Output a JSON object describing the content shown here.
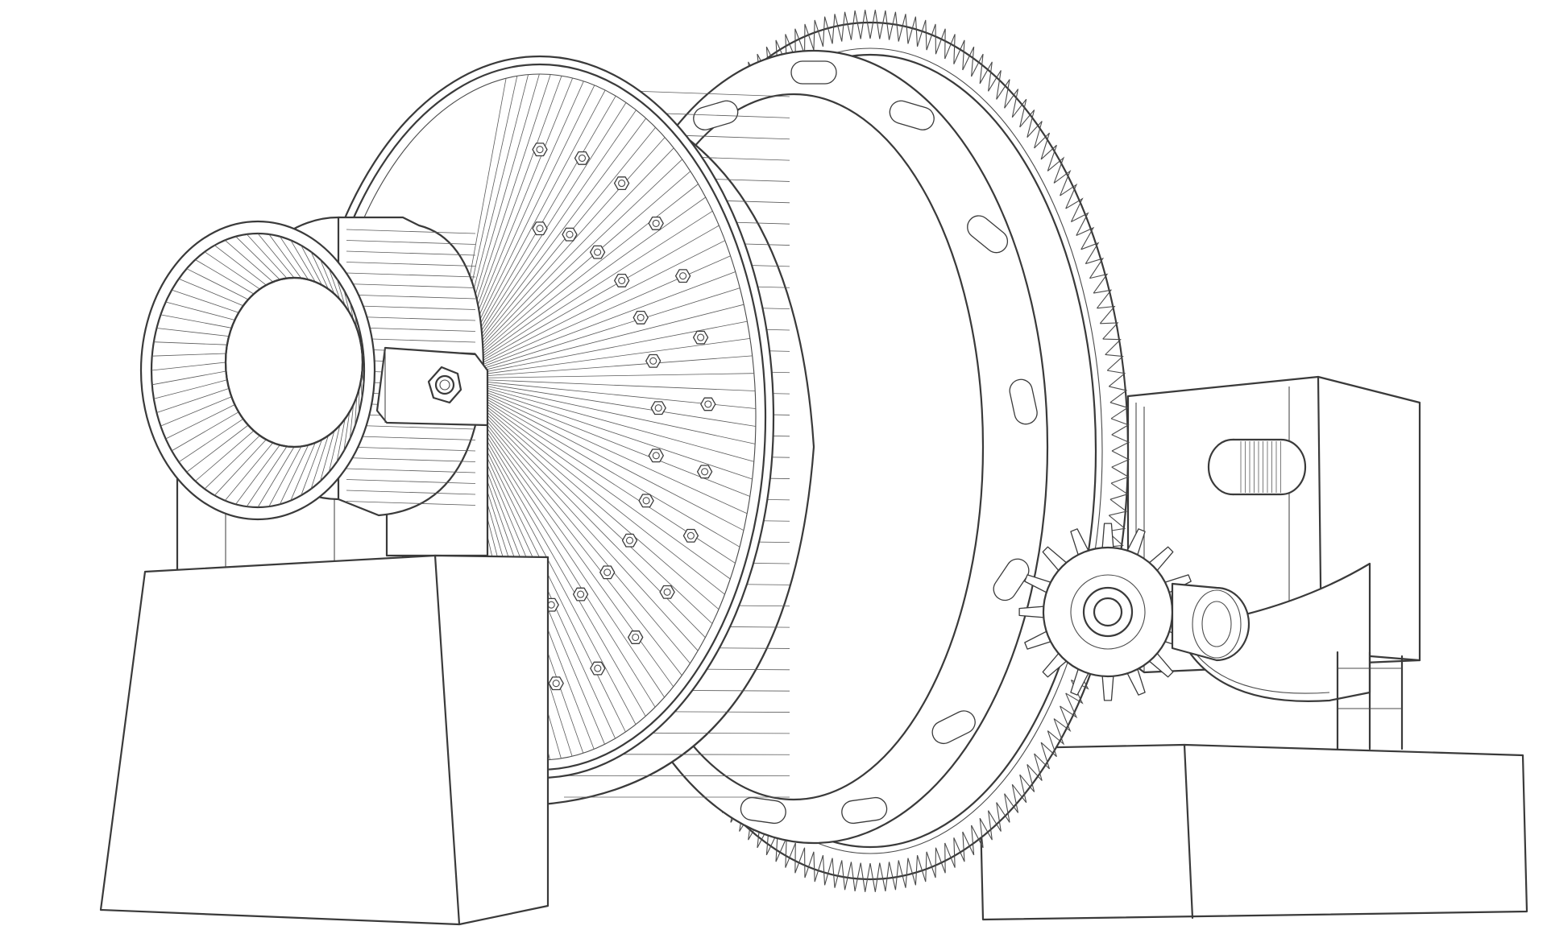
{
  "drawing": {
    "subject": "",
    "style": "line-art",
    "stroke_color": "#3a3a3a",
    "background_color": "#ffffff",
    "girth_gear_teeth": 160,
    "pinion_teeth": 16,
    "ring_slot_count": 13,
    "head_bolt_count": 26
  }
}
